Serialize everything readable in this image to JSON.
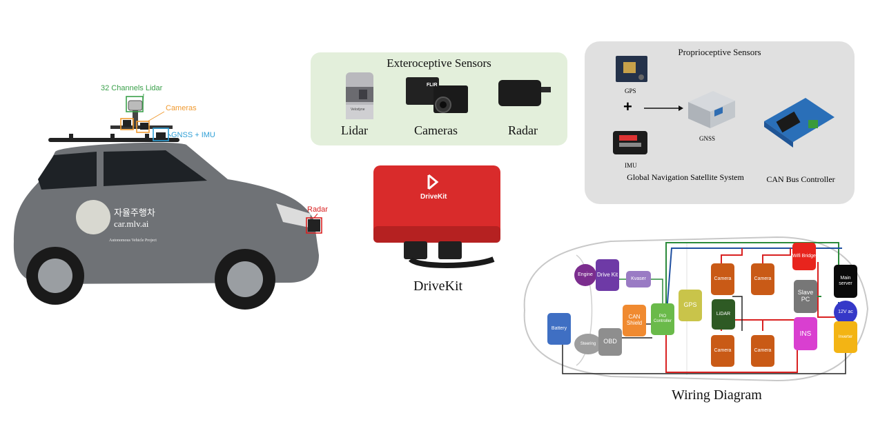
{
  "car": {
    "labels": {
      "lidar": "32 Channels Lidar",
      "cameras": "Cameras",
      "gnss_imu": "GNSS + IMU",
      "radar": "Radar"
    },
    "decal": {
      "korean": "자율주행차",
      "url": "car.mlv.ai",
      "project": "Autonomous Vehicle Project"
    },
    "colors": {
      "lidar": "#3aa04a",
      "cameras": "#f09a30",
      "gnss": "#2f9fd6",
      "radar": "#d92020",
      "body": "#6f7276"
    }
  },
  "exteroceptive": {
    "title": "Exteroceptive Sensors",
    "items": [
      {
        "label": "Lidar",
        "icon": "lidar-icon"
      },
      {
        "label": "Cameras",
        "icon": "camera-icon"
      },
      {
        "label": "Radar",
        "icon": "radar-icon"
      }
    ],
    "lidar_brand": "Velodyne",
    "camera_brand": "FLIR"
  },
  "proprioceptive": {
    "title": "Proprioceptive Sensors",
    "gps": "GPS",
    "imu": "IMU",
    "gnss": "GNSS",
    "plus": "+",
    "gnss_caption": "Global Navigation Satellite System",
    "can_caption": "CAN Bus Controller"
  },
  "drivekit": {
    "logo_text": "DriveKit",
    "caption": "DriveKit",
    "color": "#d92b2b"
  },
  "wiring": {
    "caption": "Wiring Diagram",
    "nodes": {
      "engine": "Engine",
      "drive_kit": "Drive Kit",
      "kvaser": "Kvaser",
      "can_shield": "CAN Shield",
      "pio_controller": "PIO Controller",
      "gps": "GPS",
      "camera_1": "Camera",
      "camera_2": "Camera",
      "camera_3": "Camera",
      "camera_4": "Camera",
      "lidar": "LiDAR",
      "wifi_bridge": "Wifi Bridge",
      "main_server": "Main server",
      "slave_pc": "Slave PC",
      "power_12v": "12V ac",
      "ins": "INS",
      "inverter": "Inverter",
      "battery": "Battery",
      "steering": "Steering",
      "obd": "OBD"
    }
  }
}
